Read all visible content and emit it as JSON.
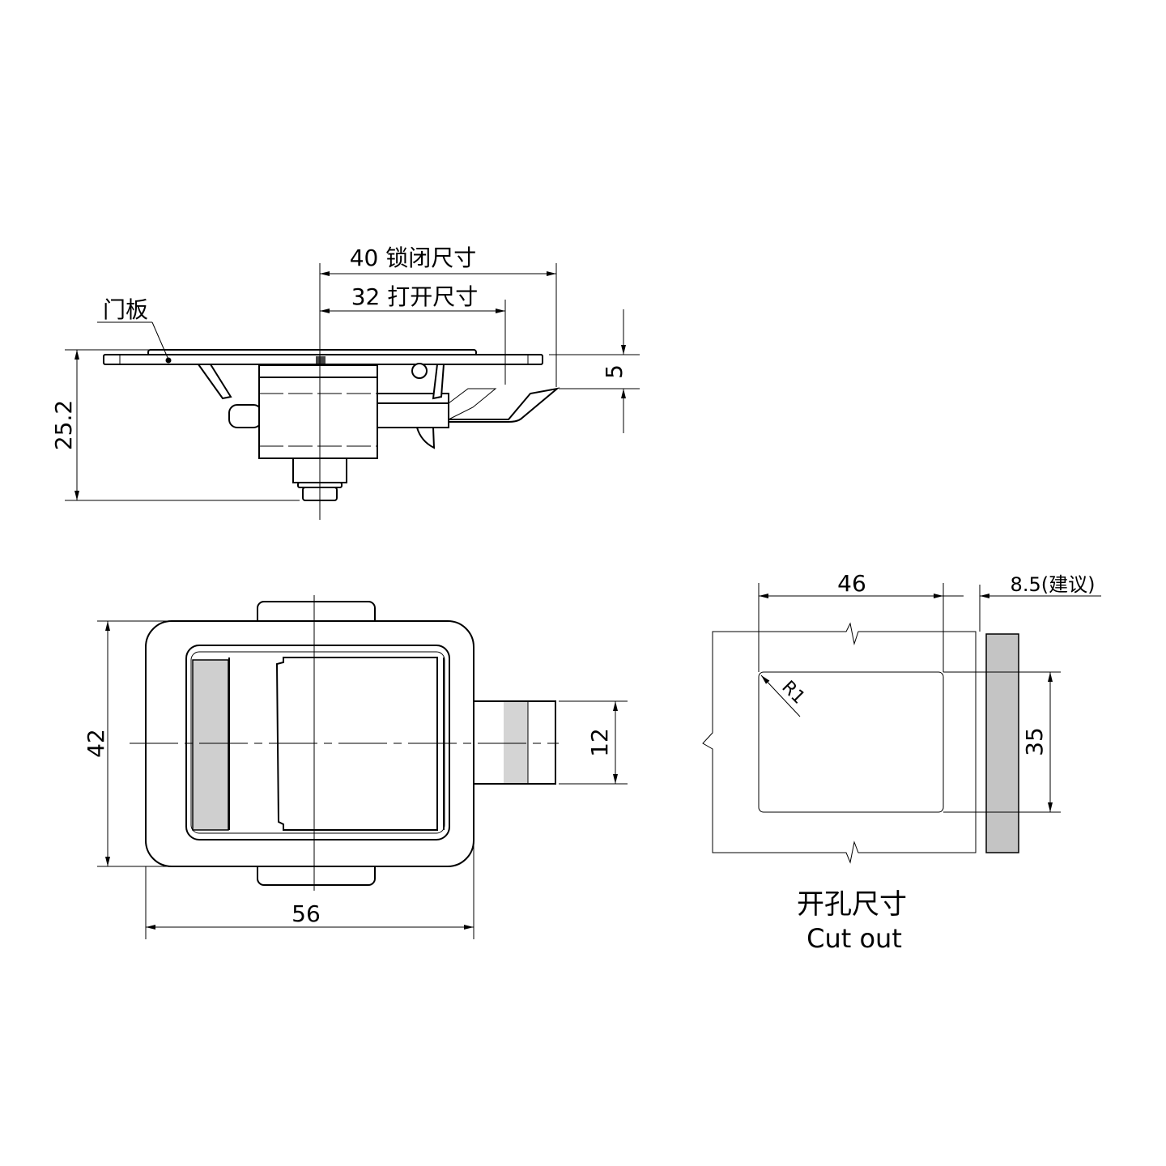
{
  "side_view": {
    "dim_locked": "40 锁闭尺寸",
    "dim_open": "32 打开尺寸",
    "panel_label": "门板",
    "dim_height": "25.2",
    "dim_thickness": "5"
  },
  "front_view": {
    "dim_height": "42",
    "dim_width": "56",
    "dim_bolt": "12"
  },
  "cutout": {
    "dim_width": "46",
    "dim_panel": "8.5(建议)",
    "dim_height": "35",
    "radius": "R1",
    "title_cn": "开孔尺寸",
    "title_en": "Cut out"
  },
  "colors": {
    "shade": "#cfcfcf",
    "panel": "#c4c4c4"
  }
}
